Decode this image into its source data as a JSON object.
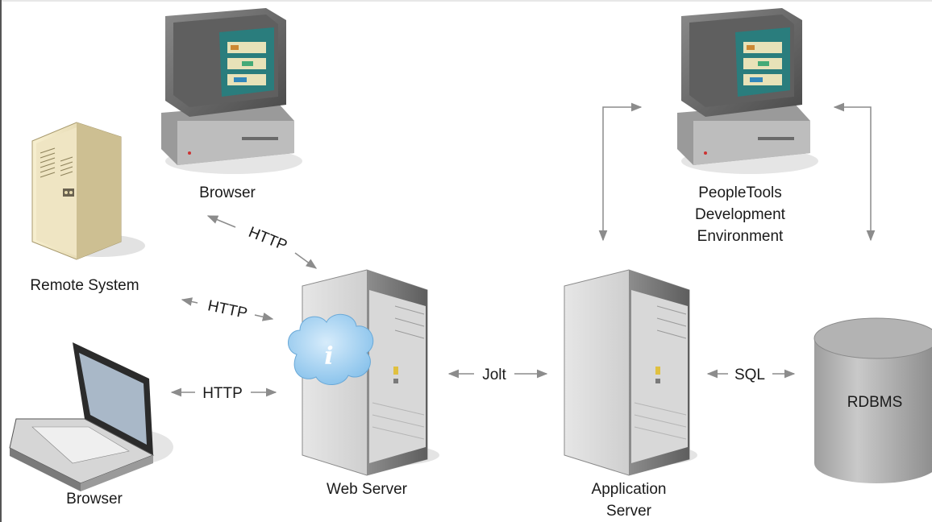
{
  "diagram": {
    "nodes": {
      "browser_top": {
        "label": "Browser"
      },
      "remote_system": {
        "label": "Remote System"
      },
      "browser_laptop": {
        "label": "Browser"
      },
      "web_server": {
        "label": "Web Server"
      },
      "app_server": {
        "label_lines": [
          "Application",
          "Server"
        ]
      },
      "peopletools": {
        "label_lines": [
          "PeopleTools",
          "Development",
          "Environment"
        ]
      },
      "rdbms": {
        "label": "RDBMS"
      }
    },
    "connections": {
      "browser_top_to_web": {
        "label": "HTTP"
      },
      "remote_to_web": {
        "label": "HTTP"
      },
      "laptop_to_web": {
        "label": "HTTP"
      },
      "web_to_app": {
        "label": "Jolt"
      },
      "app_to_db": {
        "label": "SQL"
      }
    }
  }
}
